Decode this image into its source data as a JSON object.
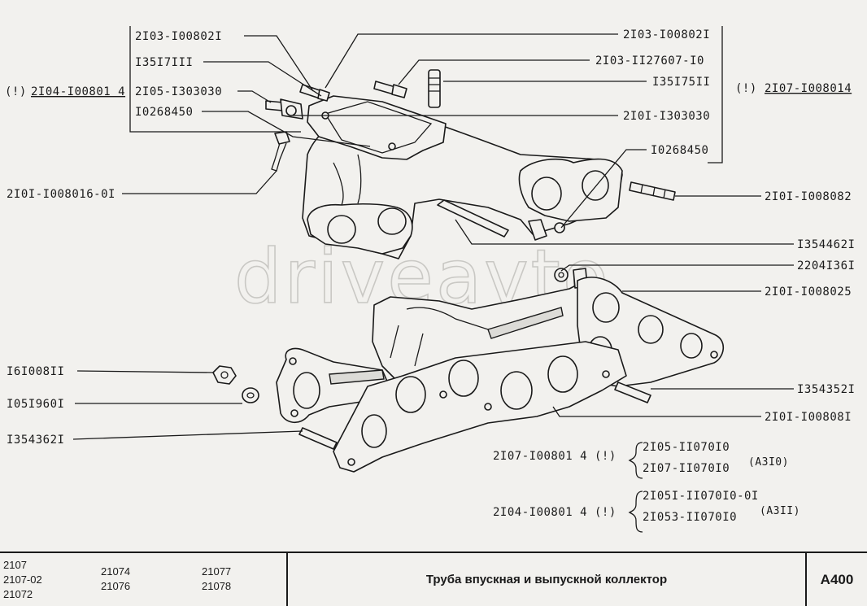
{
  "watermark": "driveavto",
  "callouts": {
    "c1": "2I03-I00802I",
    "c2": "I35I7III",
    "c3": "2I05-I303030",
    "c4": "I0268450",
    "c5": "2I0I-I008016-0I",
    "c6": "2I03-I00802I",
    "c7": "2I03-II27607-I0",
    "c8": "I35I75II",
    "c9": "2I0I-I303030",
    "c10": "I0268450",
    "c11": "2I0I-I008082",
    "c12": "I354462I",
    "c13": "2204I36I",
    "c14": "2I0I-I008025",
    "c15": "I6I008II",
    "c16": "I05I960I",
    "c17": "I354362I",
    "c18": "I354352I",
    "c19": "2I0I-I00808I"
  },
  "notes": {
    "left_prefix": "(!)",
    "left_code": "2I04-I00801 4",
    "right_prefix": "(!)",
    "right_code": "2I07-I008014"
  },
  "apps": {
    "a1_code": "2I07-I00801 4 (!)",
    "a1_items": [
      "2I05-II070I0",
      "2I07-II070I0"
    ],
    "a1_tag": "(A3I0)",
    "a2_code": "2I04-I00801 4 (!)",
    "a2_items": [
      "2I05I-II070I0-0I",
      "2I053-II070I0"
    ],
    "a2_tag": "(A3II)"
  },
  "title_block": {
    "models_col1": [
      "2107",
      "2107-02",
      "21072"
    ],
    "models_col2": [
      "21074",
      "21076"
    ],
    "models_col3": [
      "21077",
      "21078"
    ],
    "title": "Труба впускная и выпускной коллектор",
    "code": "A400"
  }
}
